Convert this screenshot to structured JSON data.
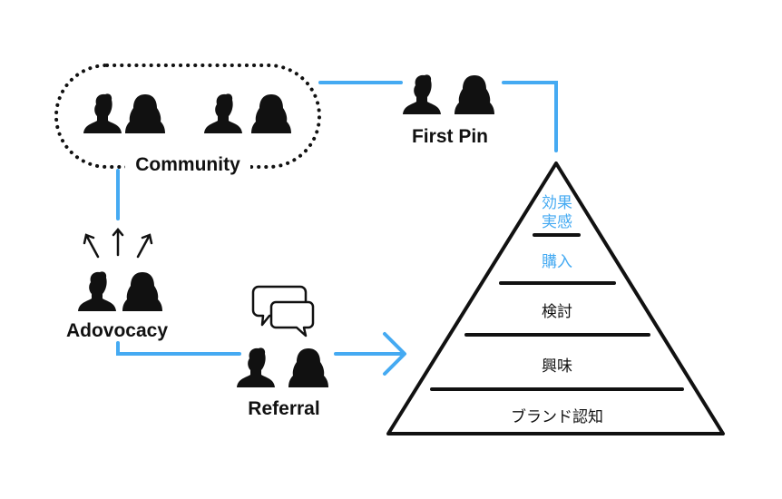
{
  "colors": {
    "accent": "#45aaf2",
    "ink": "#111111",
    "background": "#ffffff"
  },
  "nodes": {
    "community": {
      "label": "Community",
      "icons": [
        "person-male-icon",
        "person-female-icon",
        "person-male-icon",
        "person-female-icon"
      ]
    },
    "first_pin": {
      "label": "First Pin",
      "icons": [
        "person-male-icon",
        "person-female-icon"
      ]
    },
    "advocacy": {
      "label": "Adovocacy",
      "icons": [
        "person-male-icon",
        "person-female-icon"
      ],
      "indicator": "arrows-up-icon"
    },
    "referral": {
      "label": "Referral",
      "icons": [
        "person-male-icon",
        "person-female-icon"
      ],
      "indicator": "speech-bubbles-icon"
    }
  },
  "pyramid": {
    "levels": [
      {
        "label": "効果",
        "label2": "実感",
        "highlight": true
      },
      {
        "label": "購入",
        "highlight": true
      },
      {
        "label": "検討",
        "highlight": false
      },
      {
        "label": "興味",
        "highlight": false
      },
      {
        "label": "ブランド認知",
        "highlight": false
      }
    ]
  }
}
